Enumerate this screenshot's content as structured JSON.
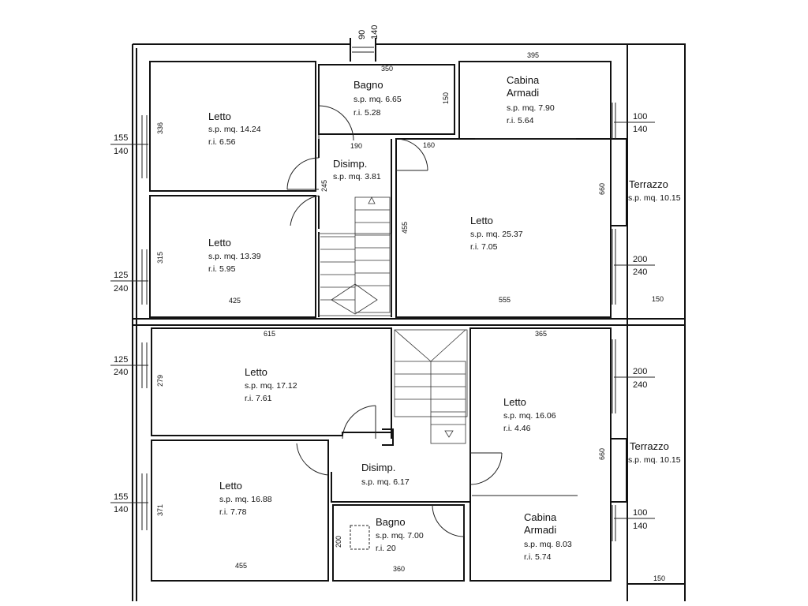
{
  "plan": {
    "top": {
      "letto_nw": {
        "title": "Letto",
        "sp": "s.p. mq. 14.24",
        "ri": "r.i. 6.56",
        "dim": "336"
      },
      "bagno": {
        "title": "Bagno",
        "sp": "s.p. mq. 6.65",
        "ri": "r.i. 5.28",
        "dim_w": "350",
        "dim_h": "150"
      },
      "cabina": {
        "title_1": "Cabina",
        "title_2": "Armadi",
        "sp": "s.p. mq. 7.90",
        "ri": "r.i. 5.64",
        "dim": "395"
      },
      "disimp": {
        "title": "Disimp.",
        "sp": "s.p. mq. 3.81",
        "dim_190": "190",
        "dim_160": "160",
        "dim_245": "245"
      },
      "letto_sw": {
        "title": "Letto",
        "sp": "s.p. mq. 13.39",
        "ri": "r.i. 5.95",
        "dim_h": "315",
        "dim_w": "425"
      },
      "letto_big": {
        "title": "Letto",
        "sp": "s.p. mq. 25.37",
        "ri": "r.i. 7.05",
        "dim_455": "455",
        "dim_660": "660",
        "dim_555": "555"
      },
      "terrazzo": {
        "title": "Terrazzo",
        "sp": "s.p. mq. 10.15",
        "dim": "150"
      },
      "windows": {
        "top_90": "90",
        "top_140": "140",
        "left_a_1": "155",
        "left_a_2": "140",
        "left_b_1": "125",
        "left_b_2": "240",
        "right_a_1": "100",
        "right_a_2": "140",
        "right_b_1": "200",
        "right_b_2": "240"
      }
    },
    "bottom": {
      "letto_nw": {
        "title": "Letto",
        "sp": "s.p. mq. 17.12",
        "ri": "r.i. 7.61",
        "dim_w": "615",
        "dim_h": "279"
      },
      "letto_ne": {
        "title": "Letto",
        "sp": "s.p. mq. 16.06",
        "ri": "r.i. 4.46",
        "dim_w": "365",
        "dim_h": "660"
      },
      "disimp": {
        "title": "Disimp.",
        "sp": "s.p. mq. 6.17"
      },
      "letto_sw": {
        "title": "Letto",
        "sp": "s.p. mq. 16.88",
        "ri": "r.i. 7.78",
        "dim_h": "371",
        "dim_w": "455"
      },
      "bagno": {
        "title": "Bagno",
        "sp": "s.p. mq. 7.00",
        "ri": "r.i. 20",
        "dim_h": "200",
        "dim_w": "360"
      },
      "cabina": {
        "title_1": "Cabina",
        "title_2": "Armadi",
        "sp": "s.p. mq. 8.03",
        "ri": "r.i. 5.74"
      },
      "terrazzo": {
        "title": "Terrazzo",
        "sp": "s.p. mq. 10.15",
        "dim": "150"
      },
      "windows": {
        "left_a_1": "125",
        "left_a_2": "240",
        "left_b_1": "155",
        "left_b_2": "140",
        "right_a_1": "200",
        "right_a_2": "240",
        "right_b_1": "100",
        "right_b_2": "140"
      }
    }
  }
}
